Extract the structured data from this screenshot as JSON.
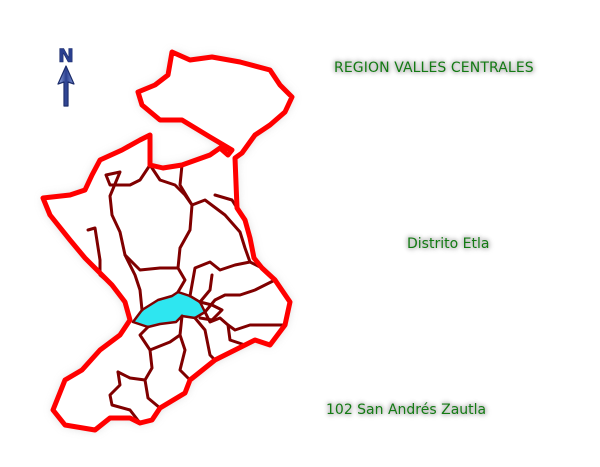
{
  "map": {
    "region_title": "REGION VALLES CENTRALES",
    "district_label": "Distrito Etla",
    "municipality_label": "102 San Andrés Zautla",
    "north_letter": "N",
    "icons": {
      "north_arrow": "north-arrow-icon"
    },
    "colors": {
      "region_border": "#ff0000",
      "municipality_border": "#800000",
      "highlight_fill": "#2ee6f0",
      "label_text": "#137a13",
      "compass": "#2a3f8f"
    }
  }
}
